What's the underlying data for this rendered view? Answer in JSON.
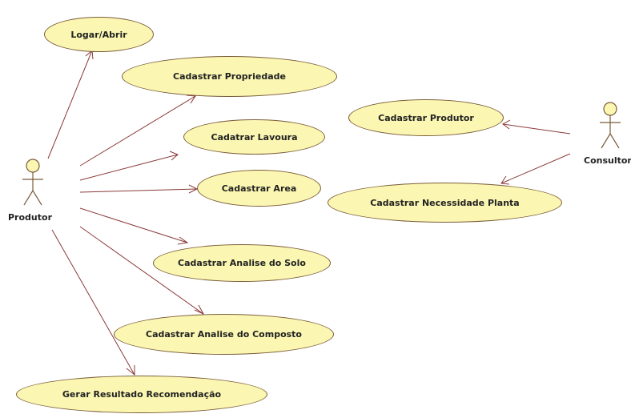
{
  "actors": {
    "produtor": {
      "label": "Produtor"
    },
    "consultor": {
      "label": "Consultor"
    }
  },
  "use_cases": {
    "logar": "Logar/Abrir",
    "cad_propriedade": "Cadastrar Propriedade",
    "cad_lavoura": "Cadatrar Lavoura",
    "cad_area": "Cadastrar Area",
    "cad_analise_solo": "Cadastrar Analise do Solo",
    "cad_analise_composto": "Cadastrar Analise do Composto",
    "gerar_resultado": "Gerar Resultado Recomendação",
    "cad_produtor": "Cadastrar Produtor",
    "cad_necessidade": "Cadastrar Necessidade Planta"
  },
  "colors": {
    "usecase_fill": "#fbf7b2",
    "usecase_border": "#7a5c3a",
    "edge": "#8b3a3a",
    "actor_head": "#fbf7b2"
  }
}
